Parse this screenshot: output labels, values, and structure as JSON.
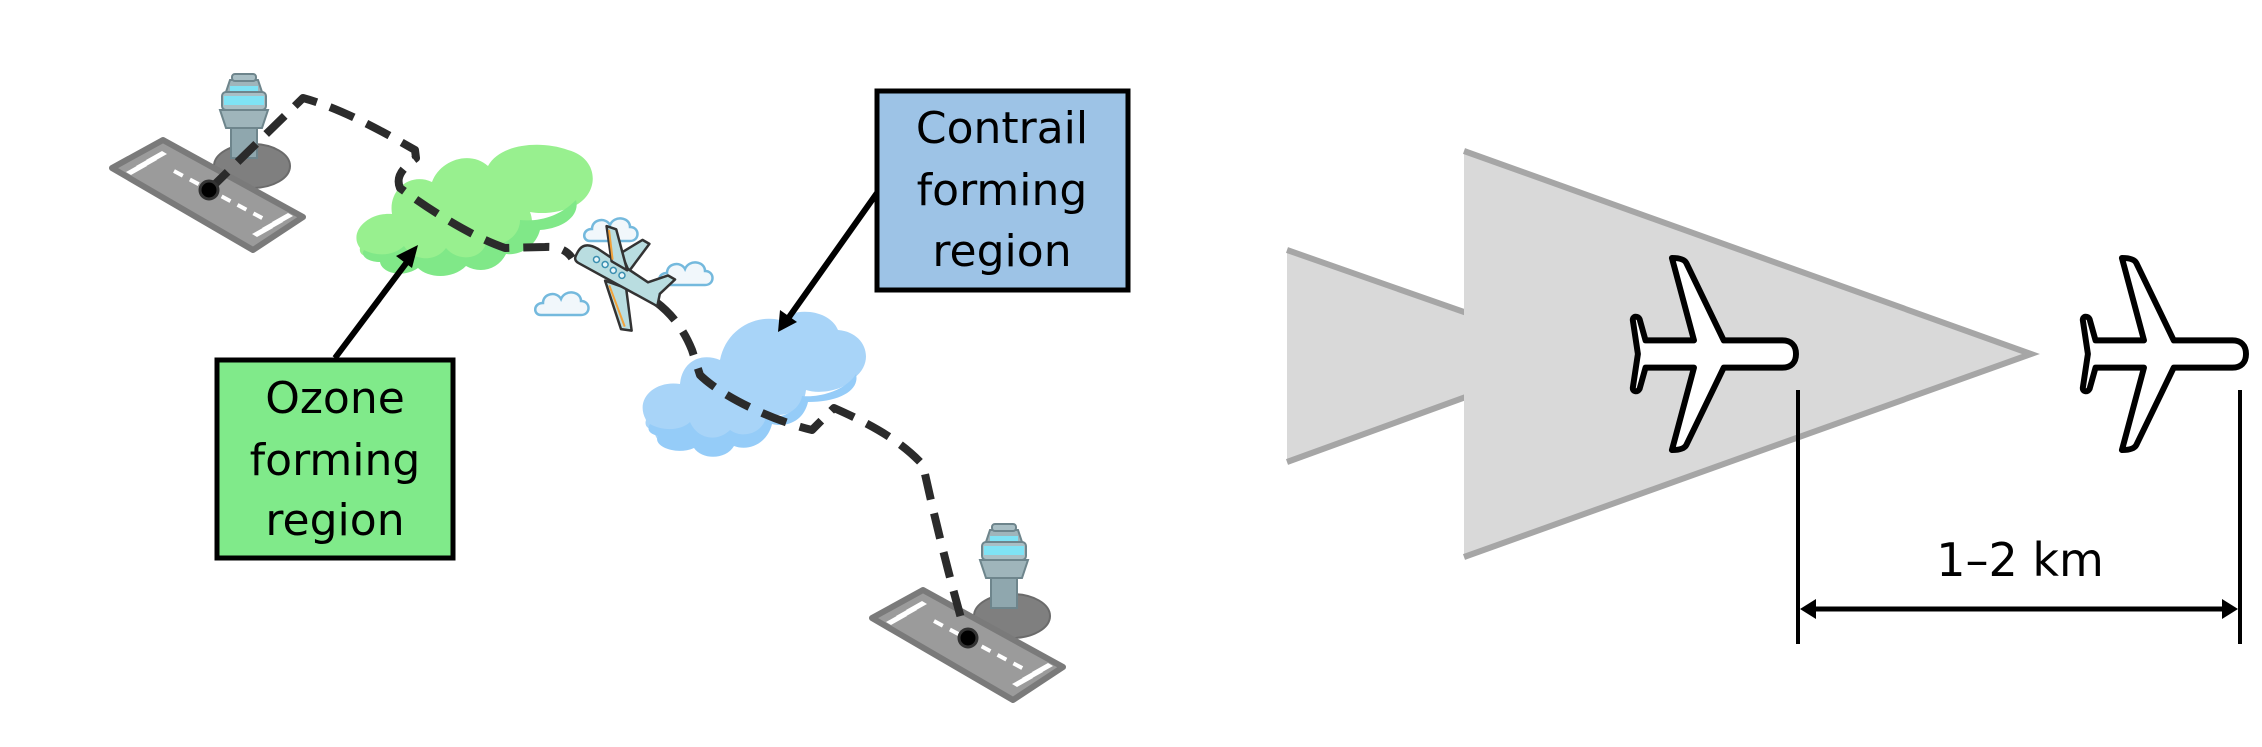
{
  "left_panel": {
    "ozone_label": {
      "lines": [
        "Ozone",
        "forming",
        "region"
      ],
      "fill": "#80EA8A"
    },
    "contrail_label": {
      "lines": [
        "Contrail",
        "forming",
        "region"
      ],
      "fill": "#9DC3E6"
    },
    "ozone_cloud_color": "#98F08F",
    "contrail_cloud_color": "#A8D4F8",
    "icons": [
      "runway-icon",
      "control-tower-icon",
      "cartoon-airplane-icon",
      "small-cloud-icon",
      "dashed-flight-path"
    ]
  },
  "right_panel": {
    "distance_label": "1–2 km",
    "wake_fill": "#D9D9D9",
    "wake_stroke": "#A6A6A6",
    "icons": [
      "airplane-outline-icon",
      "wake-cone"
    ]
  }
}
